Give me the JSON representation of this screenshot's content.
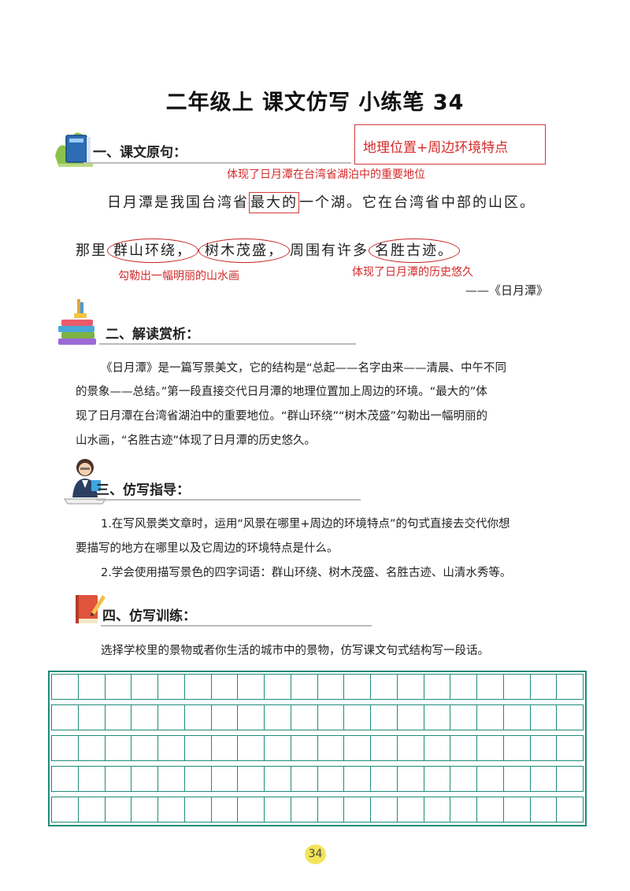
{
  "title": "二年级上  课文仿写  小练笔 34",
  "sections": {
    "s1": "一、课文原句：",
    "s2": "二、解读赏析：",
    "s3": "三、仿写指导：",
    "s4": "四、仿写训练："
  },
  "annotations": {
    "box_top": "地理位置+周边环境特点",
    "note_importance": "体现了日月潭在台湾省湖泊中的重要地位",
    "note_landscape": "勾勒出一幅明丽的山水画",
    "note_history": "体现了日月潭的历史悠久"
  },
  "original": {
    "l1_a": "日月潭是我国台湾省",
    "l1_box": "最大的",
    "l1_b": "一个湖。它在台湾省中部的山区。",
    "l2_a": "那里",
    "l2_c1": "群山环绕，",
    "l2_c2": "树木茂盛，",
    "l2_b": "周围有许多",
    "l2_c3": "名胜古迹。",
    "source": "——《日月潭》"
  },
  "analysis": {
    "p1": "《日月潭》是一篇写景美文，它的结构是“总起——名字由来——清晨、中午不同",
    "p2": "的景象——总结。”第一段直接交代日月潭的地理位置加上周边的环境。“最大的”体",
    "p3": "现了日月潭在台湾省湖泊中的重要地位。“群山环绕”“树木茂盛”勾勒出一幅明丽的",
    "p4": "山水画，“名胜古迹”体现了日月潭的历史悠久。"
  },
  "guide": {
    "g1a": "1.在写风景类文章时，运用“风景在哪里+周边的环境特点”的句式直接去交代你想",
    "g1b": "要描写的地方在哪里以及它周边的环境特点是什么。",
    "g2": "2.学会使用描写景色的四字词语：群山环绕、树木茂盛、名胜古迹、山清水秀等。"
  },
  "practice": {
    "prompt": "选择学校里的景物或者你生活的城市中的景物，仿写课文句式结构写一段话。"
  },
  "page_number": "34",
  "icons": [
    "book-stack-icon",
    "books-pencil-icon",
    "teacher-icon",
    "red-book-pen-icon"
  ],
  "colors": {
    "red": "#d42a2a",
    "grid": "#1f8c7a",
    "badge": "#f3e45a"
  }
}
